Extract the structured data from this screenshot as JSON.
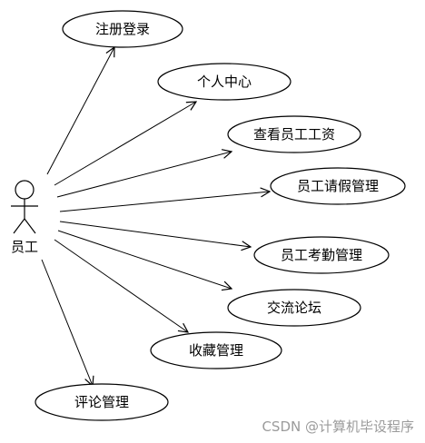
{
  "actor": {
    "label": "员工"
  },
  "use_cases": [
    {
      "id": "register-login",
      "label": "注册登录"
    },
    {
      "id": "personal-center",
      "label": "个人中心"
    },
    {
      "id": "view-salary",
      "label": "查看员工工资"
    },
    {
      "id": "leave-management",
      "label": "员工请假管理"
    },
    {
      "id": "attendance-management",
      "label": "员工考勤管理"
    },
    {
      "id": "forum",
      "label": "交流论坛"
    },
    {
      "id": "favorites-management",
      "label": "收藏管理"
    },
    {
      "id": "comment-management",
      "label": "评论管理"
    }
  ],
  "watermark": "CSDN @计算机毕设程序"
}
